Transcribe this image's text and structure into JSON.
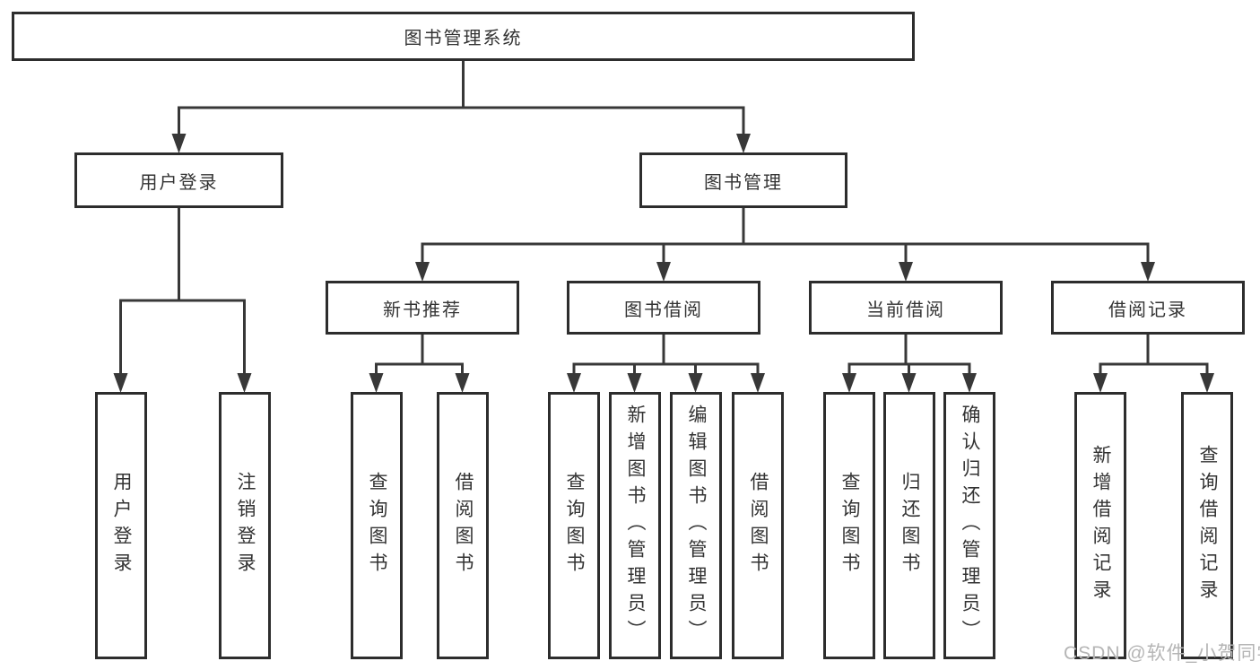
{
  "tree": {
    "label": "图书管理系统",
    "children": [
      {
        "label": "用户登录",
        "children": [
          {
            "label": "用户登录"
          },
          {
            "label": "注销登录"
          }
        ]
      },
      {
        "label": "图书管理",
        "children": [
          {
            "label": "新书推荐",
            "children": [
              {
                "label": "查询图书"
              },
              {
                "label": "借阅图书"
              }
            ]
          },
          {
            "label": "图书借阅",
            "children": [
              {
                "label": "查询图书"
              },
              {
                "label": "新增图书（管理员）"
              },
              {
                "label": "编辑图书（管理员）"
              },
              {
                "label": "借阅图书"
              }
            ]
          },
          {
            "label": "当前借阅",
            "children": [
              {
                "label": "查询图书"
              },
              {
                "label": "归还图书"
              },
              {
                "label": "确认归还（管理员）"
              }
            ]
          },
          {
            "label": "借阅记录",
            "children": [
              {
                "label": "新增借阅记录"
              },
              {
                "label": "查询借阅记录"
              }
            ]
          }
        ]
      }
    ]
  },
  "watermark": {
    "text": "CSDN @软件_小贺同学"
  },
  "colors": {
    "line": "#383838",
    "box_border": "#2d2d2d",
    "text": "#333333",
    "background": "#ffffff",
    "watermark_text": "#b5b5b5"
  }
}
